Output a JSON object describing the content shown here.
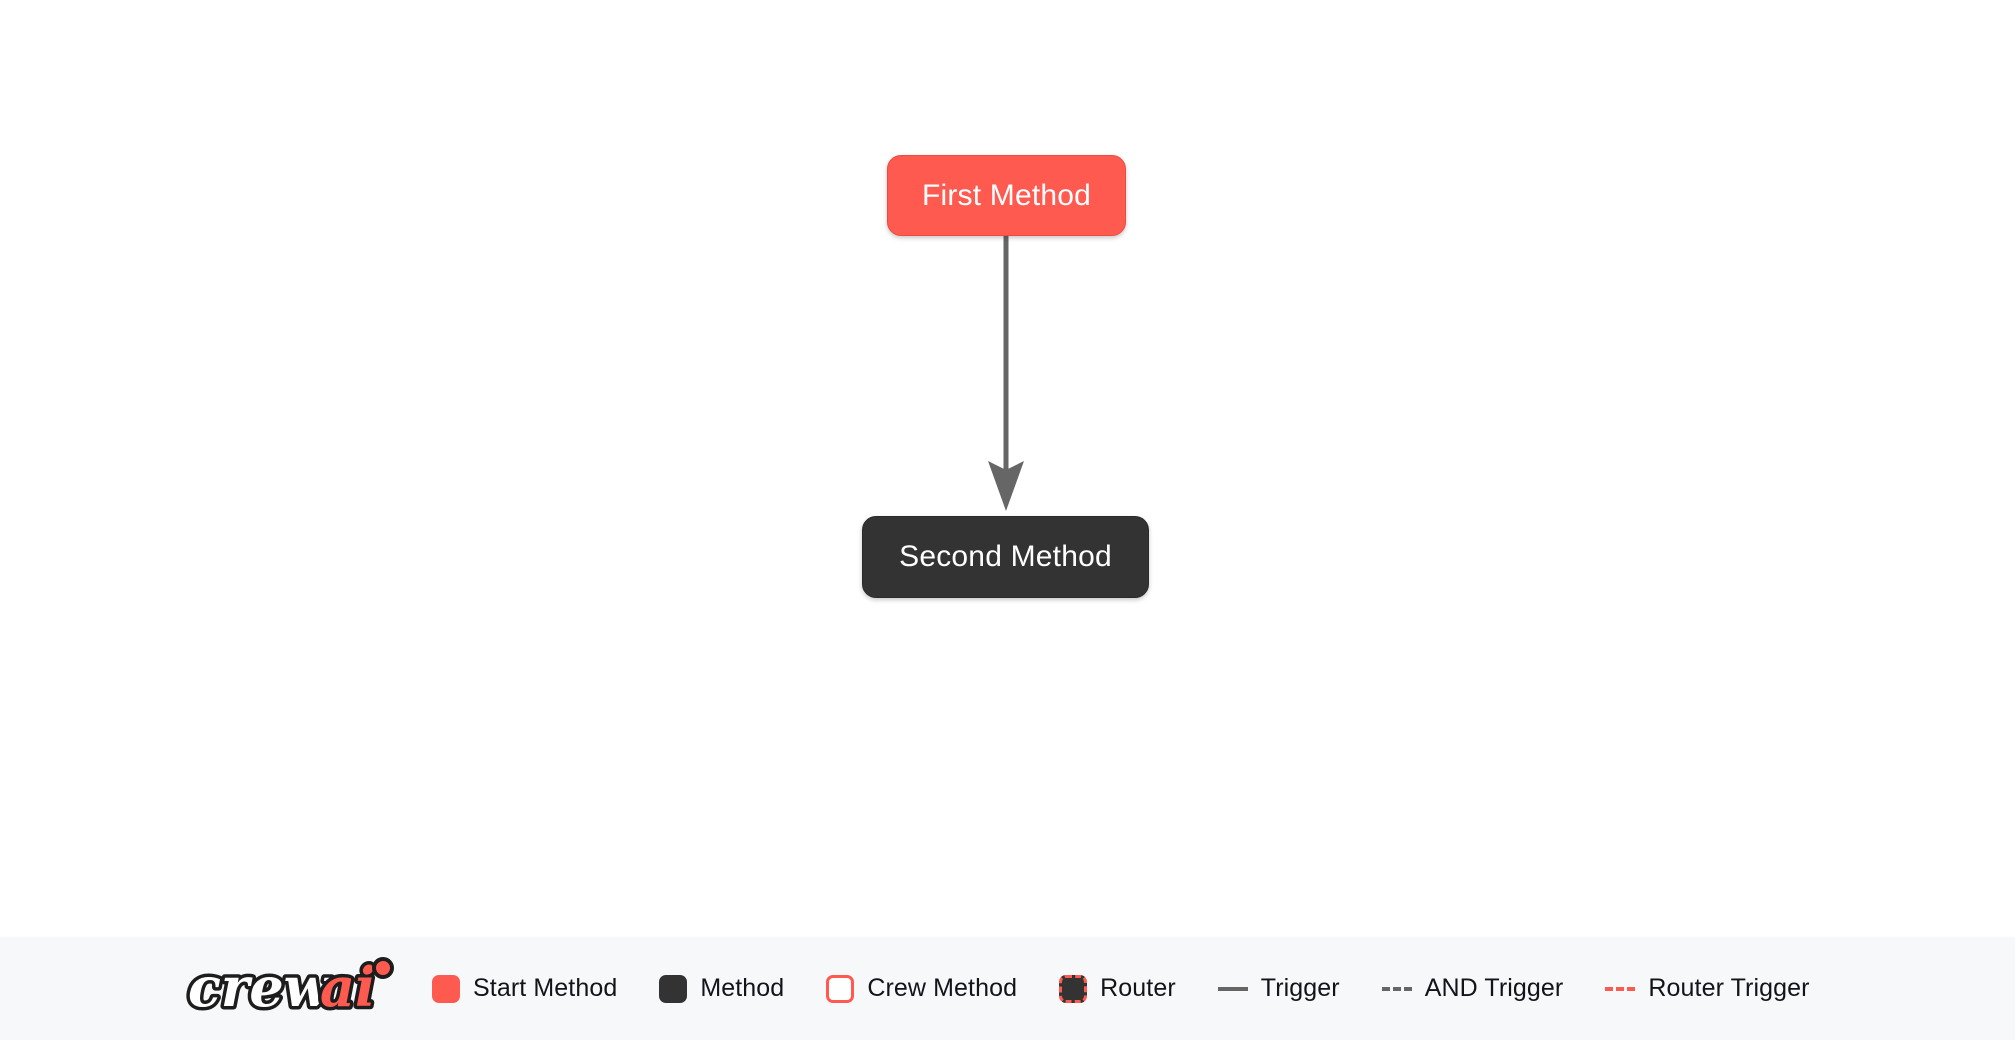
{
  "colors": {
    "start_method": "#ff5a50",
    "method": "#333333",
    "crew_method_border": "#ff5a50",
    "router_fill": "#333333",
    "router_border": "#ff5a50",
    "trigger_line": "#666666",
    "and_trigger_line": "#666666",
    "router_trigger_line": "#ff5a50",
    "canvas_background": "#ffffff",
    "legend_background": "#f7f8fa",
    "node_text": "#ffffff",
    "legend_text": "#111418"
  },
  "canvas": {
    "nodes": [
      {
        "id": "first-method",
        "label": "First Method",
        "type": "start-method"
      },
      {
        "id": "second-method",
        "label": "Second Method",
        "type": "method"
      }
    ],
    "edges": [
      {
        "from": "first-method",
        "to": "second-method",
        "type": "trigger",
        "style": "solid",
        "arrow": "filled"
      }
    ]
  },
  "legend": {
    "logo": {
      "text_primary": "crew",
      "text_accent": "ai",
      "name": "crewai-logo"
    },
    "items": [
      {
        "label": "Start Method",
        "marker": "swatch",
        "style": "start"
      },
      {
        "label": "Method",
        "marker": "swatch",
        "style": "method"
      },
      {
        "label": "Crew Method",
        "marker": "swatch",
        "style": "crew"
      },
      {
        "label": "Router",
        "marker": "swatch",
        "style": "router"
      },
      {
        "label": "Trigger",
        "marker": "line",
        "style": "solid-gray"
      },
      {
        "label": "AND Trigger",
        "marker": "line",
        "style": "dash-gray"
      },
      {
        "label": "Router Trigger",
        "marker": "line",
        "style": "dash-red"
      }
    ]
  }
}
